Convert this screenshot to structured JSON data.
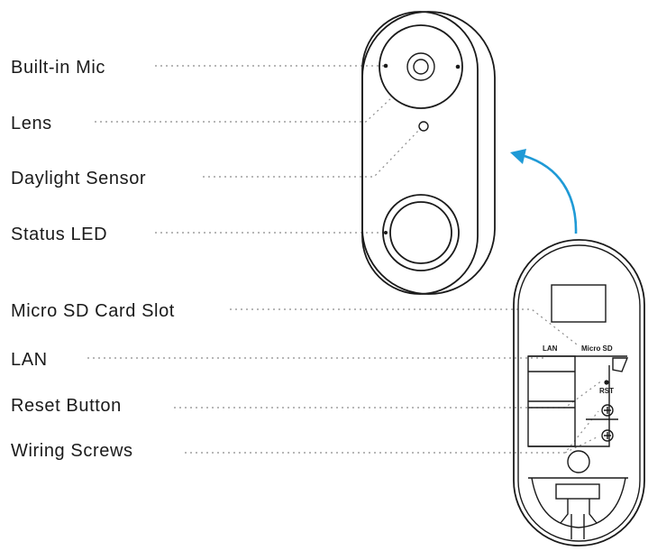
{
  "labels": {
    "builtin_mic": "Built-in Mic",
    "lens": "Lens",
    "daylight_sensor": "Daylight Sensor",
    "status_led": "Status LED",
    "micro_sd_slot": "Micro SD Card Slot",
    "lan": "LAN",
    "reset_button": "Reset Button",
    "wiring_screws": "Wiring Screws"
  },
  "back_panel": {
    "lan": "LAN",
    "micro_sd": "Micro SD",
    "rst": "RST"
  },
  "colors": {
    "line": "#1a1a1a",
    "leader": "#8c8c8c",
    "arrow": "#1f9ad6"
  },
  "icons": {
    "arrow": "curved-arrow-icon",
    "screw": "plus-screw-icon"
  }
}
